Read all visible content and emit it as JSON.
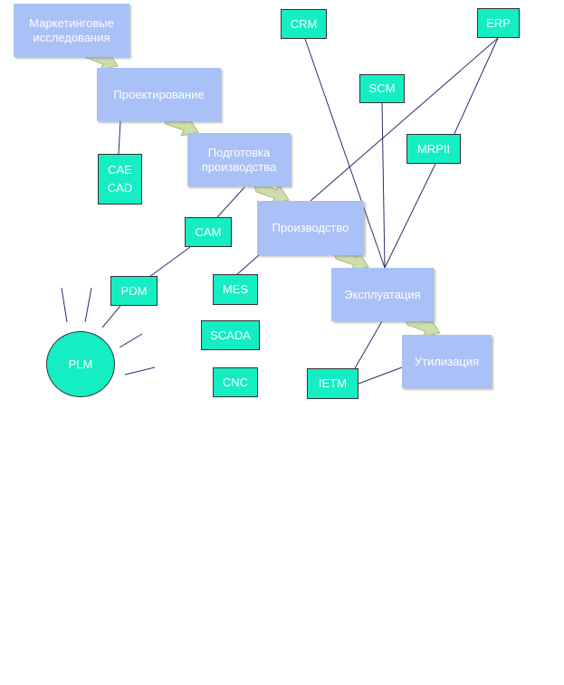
{
  "stages": [
    {
      "id": "marketing",
      "label": "Маркетинговые исследования"
    },
    {
      "id": "design",
      "label": "Проектирование"
    },
    {
      "id": "prep",
      "label": "Подготовка производства"
    },
    {
      "id": "production",
      "label": "Производство"
    },
    {
      "id": "operation",
      "label": "Эксплуатация"
    },
    {
      "id": "disposal",
      "label": "Утилизация"
    }
  ],
  "systems": {
    "crm": "CRM",
    "erp": "ERP",
    "scm": "SCM",
    "mrpii": "MRPII",
    "cae": "CAE",
    "cad": "CAD",
    "cam": "CAM",
    "pdm": "PDM",
    "mes": "MES",
    "scada": "SCADA",
    "cnc": "CNC",
    "ietm": "IETM",
    "plm": "PLM"
  },
  "colors": {
    "stage_fill": "#a9c1f6",
    "system_fill": "#14eec2",
    "connector": "#2b2f6b",
    "arrow_fill": "#c7dba0"
  }
}
